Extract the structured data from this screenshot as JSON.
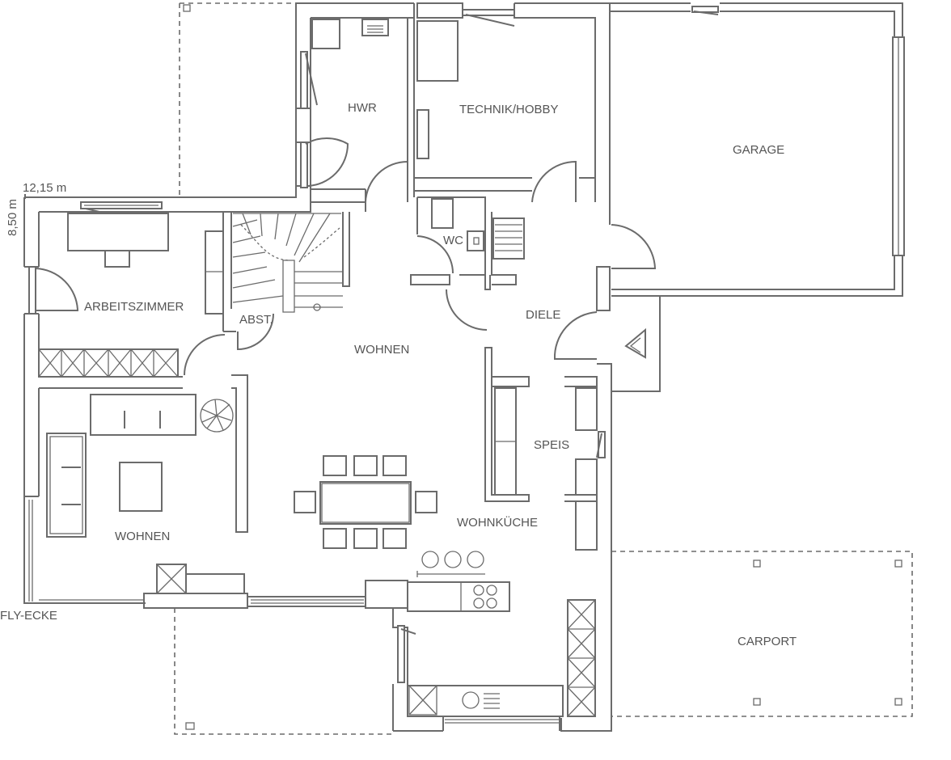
{
  "dimensions": {
    "width_label": "12,15 m",
    "depth_label": "8,50 m"
  },
  "rooms": {
    "hwr": "HWR",
    "technik": "TECHNIK/HOBBY",
    "garage": "GARAGE",
    "wc": "WC",
    "arbeitszimmer": "ARBEITSZIMMER",
    "abst": "ABST.",
    "wohnen_hall": "WOHNEN",
    "diele": "DIELE",
    "speis": "SPEIS",
    "wohnen_living": "WOHNEN",
    "wohnkueche": "WOHNKÜCHE",
    "carport": "CARPORT",
    "fly_ecke": "FLY-ECKE"
  },
  "colors": {
    "line": "#6b6b6b",
    "text": "#555555",
    "background": "#ffffff"
  }
}
